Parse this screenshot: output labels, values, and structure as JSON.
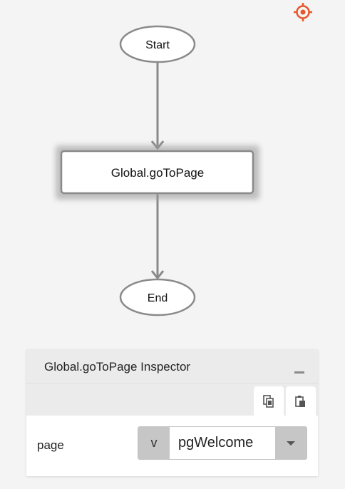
{
  "flow": {
    "start_label": "Start",
    "action_label": "Global.goToPage",
    "end_label": "End",
    "locate_icon": "target-icon"
  },
  "inspector": {
    "title": "Global.goToPage Inspector",
    "toolbar": {
      "copy_icon": "copy-icon",
      "paste_icon": "paste-icon"
    },
    "property": {
      "label": "page",
      "type_toggle": "v",
      "value": "pgWelcome"
    }
  },
  "colors": {
    "accent": "#e8562a",
    "connector": "#8a8a8a",
    "background": "#f4f4f4"
  }
}
